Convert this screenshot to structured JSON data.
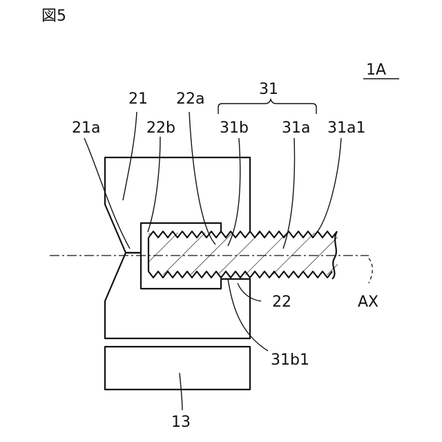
{
  "figure": {
    "title": "図5",
    "ref": "1A"
  },
  "labels": {
    "l21": "21",
    "l21a": "21a",
    "l22a": "22a",
    "l22b": "22b",
    "l31": "31",
    "l31b": "31b",
    "l31a": "31a",
    "l31a1": "31a1",
    "l22": "22",
    "lAX": "AX",
    "l31b1": "31b1",
    "l13": "13"
  }
}
